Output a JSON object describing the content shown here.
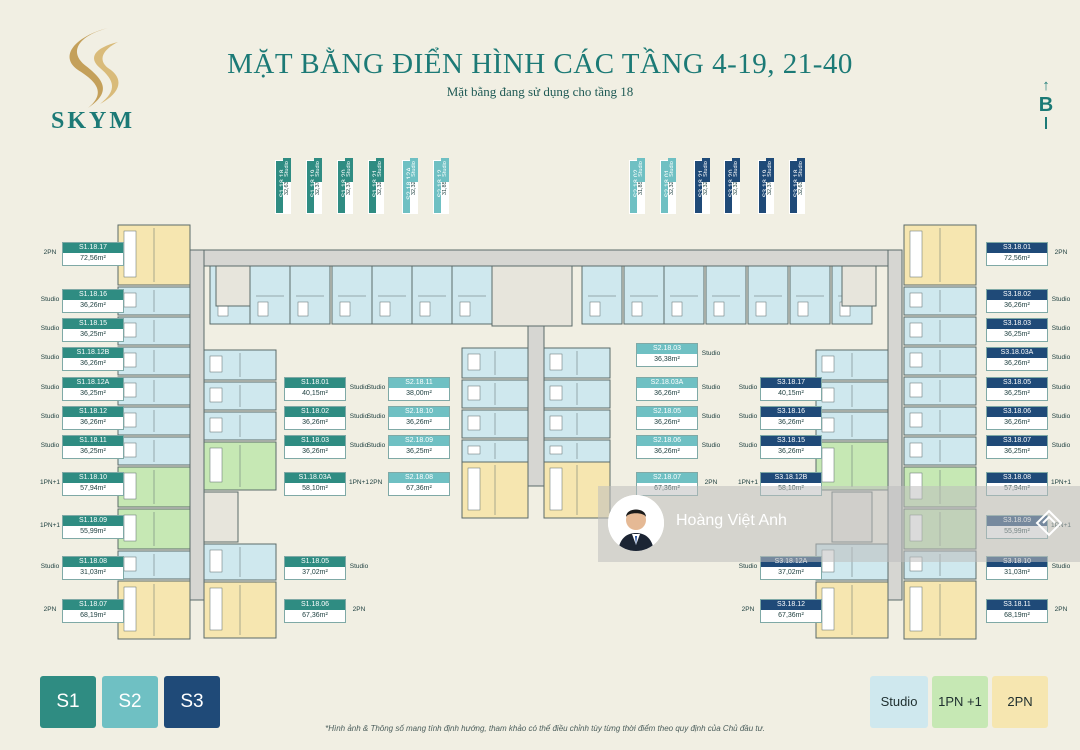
{
  "brand": {
    "name": "SKYM",
    "gold": "#c4a05a",
    "teal": "#1c7a76"
  },
  "title": "MẶT BẰNG ĐIỂN HÌNH CÁC TẦNG 4-19, 21-40",
  "subtitle": "Mặt bằng đang sử dụng cho tầng 18",
  "compass": {
    "letter": "B",
    "icon": "arrow-up-icon"
  },
  "colors": {
    "S1": "#2f8c82",
    "S2": "#6fc0c3",
    "S3": "#1f4a78",
    "studio": "#cfe8ee",
    "onepn": "#c6e8b4",
    "twopn": "#f6e6b0"
  },
  "top_units": [
    {
      "code": "S1.18.18",
      "area": "32,63m²",
      "type": "Studio",
      "zone": "S1"
    },
    {
      "code": "S1.18.19",
      "area": "32,37m²",
      "type": "Studio",
      "zone": "S1"
    },
    {
      "code": "S1.18.20",
      "area": "32,37m²",
      "type": "Studio",
      "zone": "S1"
    },
    {
      "code": "S1.18.21",
      "area": "32,32m²",
      "type": "Studio",
      "zone": "S1"
    },
    {
      "code": "S2.18.12A",
      "area": "32,32m²",
      "type": "Studio",
      "zone": "S2"
    },
    {
      "code": "S2.18.12",
      "area": "31,85m²",
      "type": "Studio",
      "zone": "S2"
    },
    {
      "code": "S2.18.02",
      "area": "31,85m²",
      "type": "Studio",
      "zone": "S2"
    },
    {
      "code": "S2.18.01",
      "area": "32,32m²",
      "type": "Studio",
      "zone": "S2"
    },
    {
      "code": "S3.18.21",
      "area": "32,32m²",
      "type": "Studio",
      "zone": "S3"
    },
    {
      "code": "S3.18.20",
      "area": "32,32m²",
      "type": "Studio",
      "zone": "S3"
    },
    {
      "code": "S3.18.19",
      "area": "32,37m²",
      "type": "Studio",
      "zone": "S3"
    },
    {
      "code": "S3.18.18",
      "area": "32,63m²",
      "type": "Studio",
      "zone": "S3"
    }
  ],
  "side_units": [
    {
      "code": "S1.18.17",
      "area": "72,56m²",
      "type": "2PN",
      "zone": "S1",
      "side": "left-outer"
    },
    {
      "code": "S1.18.16",
      "area": "36,26m²",
      "type": "Studio",
      "zone": "S1",
      "side": "left-outer"
    },
    {
      "code": "S1.18.15",
      "area": "36,25m²",
      "type": "Studio",
      "zone": "S1",
      "side": "left-outer"
    },
    {
      "code": "S1.18.12B",
      "area": "36,26m²",
      "type": "Studio",
      "zone": "S1",
      "side": "left-outer"
    },
    {
      "code": "S1.18.12A",
      "area": "36,25m²",
      "type": "Studio",
      "zone": "S1",
      "side": "left-outer"
    },
    {
      "code": "S1.18.12",
      "area": "36,26m²",
      "type": "Studio",
      "zone": "S1",
      "side": "left-outer"
    },
    {
      "code": "S1.18.11",
      "area": "36,25m²",
      "type": "Studio",
      "zone": "S1",
      "side": "left-outer"
    },
    {
      "code": "S1.18.10",
      "area": "57,94m²",
      "type": "1PN+1",
      "zone": "S1",
      "side": "left-outer"
    },
    {
      "code": "S1.18.09",
      "area": "55,99m²",
      "type": "1PN+1",
      "zone": "S1",
      "side": "left-outer"
    },
    {
      "code": "S1.18.08",
      "area": "31,03m²",
      "type": "Studio",
      "zone": "S1",
      "side": "left-outer"
    },
    {
      "code": "S1.18.07",
      "area": "68,19m²",
      "type": "2PN",
      "zone": "S1",
      "side": "left-outer"
    },
    {
      "code": "S1.18.01",
      "area": "40,15m²",
      "type": "Studio",
      "zone": "S1",
      "side": "left-inner"
    },
    {
      "code": "S1.18.02",
      "area": "36,26m²",
      "type": "Studio",
      "zone": "S1",
      "side": "left-inner"
    },
    {
      "code": "S1.18.03",
      "area": "36,26m²",
      "type": "Studio",
      "zone": "S1",
      "side": "left-inner"
    },
    {
      "code": "S1.18.03A",
      "area": "58,10m²",
      "type": "1PN+1",
      "zone": "S1",
      "side": "left-inner"
    },
    {
      "code": "S1.18.05",
      "area": "37,02m²",
      "type": "Studio",
      "zone": "S1",
      "side": "left-inner"
    },
    {
      "code": "S1.18.06",
      "area": "67,36m²",
      "type": "2PN",
      "zone": "S1",
      "side": "left-inner"
    },
    {
      "code": "S2.18.11",
      "area": "38,00m²",
      "type": "Studio",
      "zone": "S2",
      "side": "center-left"
    },
    {
      "code": "S2.18.10",
      "area": "36,26m²",
      "type": "Studio",
      "zone": "S2",
      "side": "center-left"
    },
    {
      "code": "S2.18.09",
      "area": "36,25m²",
      "type": "Studio",
      "zone": "S2",
      "side": "center-left"
    },
    {
      "code": "S2.18.08",
      "area": "67,36m²",
      "type": "2PN",
      "zone": "S2",
      "side": "center-left"
    },
    {
      "code": "S2.18.03",
      "area": "36,38m²",
      "type": "Studio",
      "zone": "S2",
      "side": "center-right"
    },
    {
      "code": "S2.18.03A",
      "area": "36,26m²",
      "type": "Studio",
      "zone": "S2",
      "side": "center-right"
    },
    {
      "code": "S2.18.05",
      "area": "36,26m²",
      "type": "Studio",
      "zone": "S2",
      "side": "center-right"
    },
    {
      "code": "S2.18.06",
      "area": "36,26m²",
      "type": "Studio",
      "zone": "S2",
      "side": "center-right"
    },
    {
      "code": "S2.18.07",
      "area": "67,36m²",
      "type": "2PN",
      "zone": "S2",
      "side": "center-right"
    },
    {
      "code": "S3.18.17",
      "area": "40,15m²",
      "type": "Studio",
      "zone": "S3",
      "side": "right-inner"
    },
    {
      "code": "S3.18.16",
      "area": "36,26m²",
      "type": "Studio",
      "zone": "S3",
      "side": "right-inner"
    },
    {
      "code": "S3.18.15",
      "area": "36,26m²",
      "type": "Studio",
      "zone": "S3",
      "side": "right-inner"
    },
    {
      "code": "S3.18.12B",
      "area": "58,10m²",
      "type": "1PN+1",
      "zone": "S3",
      "side": "right-inner"
    },
    {
      "code": "S3.18.12A",
      "area": "37,02m²",
      "type": "Studio",
      "zone": "S3",
      "side": "right-inner"
    },
    {
      "code": "S3.18.12",
      "area": "67,36m²",
      "type": "2PN",
      "zone": "S3",
      "side": "right-inner"
    },
    {
      "code": "S3.18.01",
      "area": "72,56m²",
      "type": "2PN",
      "zone": "S3",
      "side": "right-outer"
    },
    {
      "code": "S3.18.02",
      "area": "36,26m²",
      "type": "Studio",
      "zone": "S3",
      "side": "right-outer"
    },
    {
      "code": "S3.18.03",
      "area": "36,25m²",
      "type": "Studio",
      "zone": "S3",
      "side": "right-outer"
    },
    {
      "code": "S3.18.03A",
      "area": "36,26m²",
      "type": "Studio",
      "zone": "S3",
      "side": "right-outer"
    },
    {
      "code": "S3.18.05",
      "area": "36,25m²",
      "type": "Studio",
      "zone": "S3",
      "side": "right-outer"
    },
    {
      "code": "S3.18.06",
      "area": "36,26m²",
      "type": "Studio",
      "zone": "S3",
      "side": "right-outer"
    },
    {
      "code": "S3.18.07",
      "area": "36,25m²",
      "type": "Studio",
      "zone": "S3",
      "side": "right-outer"
    },
    {
      "code": "S3.18.08",
      "area": "57,94m²",
      "type": "1PN+1",
      "zone": "S3",
      "side": "right-outer"
    },
    {
      "code": "S3.18.09",
      "area": "55,99m²",
      "type": "1PN+1",
      "zone": "S3",
      "side": "right-outer"
    },
    {
      "code": "S3.18.10",
      "area": "31,03m²",
      "type": "Studio",
      "zone": "S3",
      "side": "right-outer"
    },
    {
      "code": "S3.18.11",
      "area": "68,19m²",
      "type": "2PN",
      "zone": "S3",
      "side": "right-outer"
    }
  ],
  "legend": {
    "zones": [
      {
        "label": "S1",
        "color": "#2f8c82"
      },
      {
        "label": "S2",
        "color": "#6fc0c3"
      },
      {
        "label": "S3",
        "color": "#1f4a78"
      }
    ],
    "types": [
      {
        "label": "Studio",
        "color": "#cfe8ee"
      },
      {
        "label": "1PN +1",
        "color": "#c6e8b4"
      },
      {
        "label": "2PN",
        "color": "#f6e6b0"
      }
    ]
  },
  "note": "*Hình ảnh & Thông số mang tính định hướng, tham khảo có thể điều chỉnh tùy từng thời điểm theo quy định của Chủ đầu tư.",
  "overlay": {
    "name": "Hoàng Việt Anh"
  }
}
